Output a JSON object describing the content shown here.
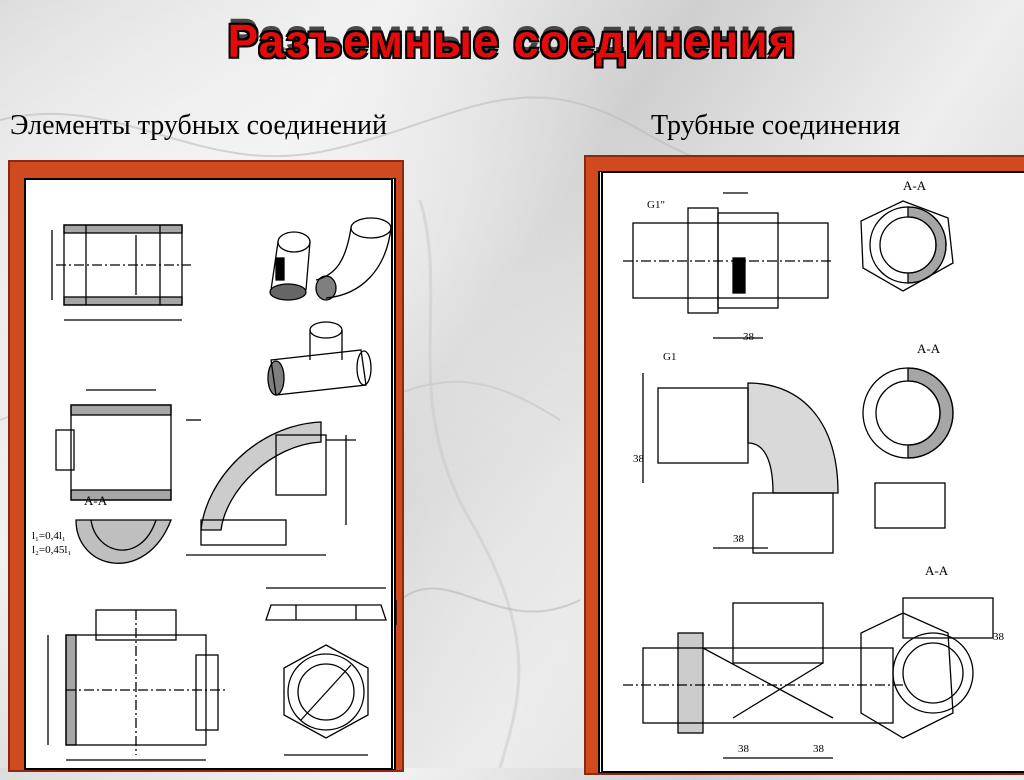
{
  "page": {
    "title": "Разъемные соединения",
    "left_heading": "Элементы трубных соединений",
    "right_heading": "Трубные соединения"
  },
  "left_panel": {
    "section_label": "A-A",
    "formulas": [
      "l₁=0,4l₁",
      "l₂=0,45l₁"
    ]
  },
  "right_panel": {
    "section_labels": [
      "A-A",
      "A-A",
      "A-A"
    ],
    "thread_labels": [
      "G1\"",
      "G1"
    ],
    "dimension_labels": [
      "38",
      "38",
      "38",
      "38",
      "38",
      "38"
    ]
  },
  "colors": {
    "title_red": "#e30b0b",
    "frame": "#d04a20"
  }
}
